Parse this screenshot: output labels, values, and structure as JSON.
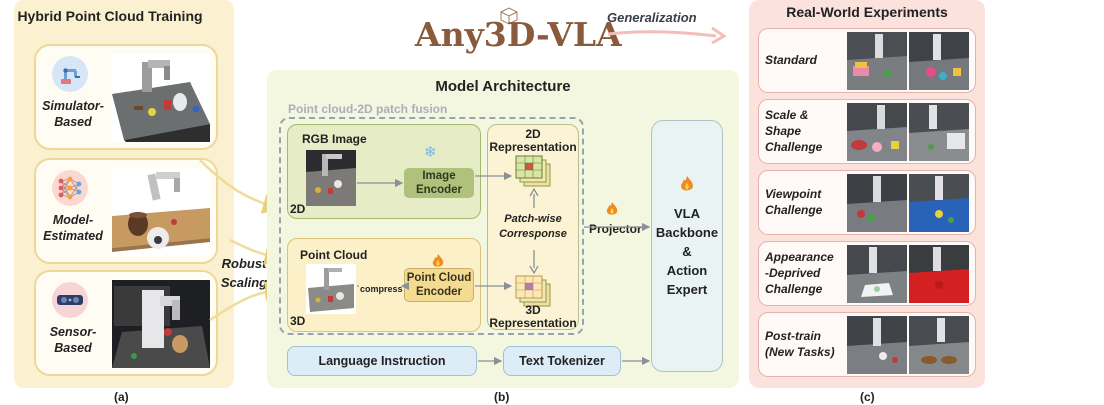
{
  "header": {
    "logo_text": "Any3D-VLA",
    "generalization_label": "Generalization"
  },
  "panel_a": {
    "title": "Hybrid Point Cloud Training",
    "cards": [
      {
        "label_line1": "Simulator-",
        "label_line2": "Based",
        "icon": "robot-arm-icon"
      },
      {
        "label_line1": "Model-",
        "label_line2": "Estimated",
        "icon": "neural-network-icon"
      },
      {
        "label_line1": "Sensor-",
        "label_line2": "Based",
        "icon": "depth-camera-icon"
      }
    ],
    "robust_line1": "Robust",
    "robust_line2": "Scaling",
    "caption": "(a)"
  },
  "panel_b": {
    "title": "Model Architecture",
    "fusion_title": "Point cloud-2D patch fusion",
    "rgb_label": "RGB Image",
    "tag_2d": "2D",
    "image_encoder_line1": "Image",
    "image_encoder_line2": "Encoder",
    "point_cloud_label": "Point Cloud",
    "tag_3d": "3D",
    "compress_label": "compress",
    "pc_encoder_line1": "Point Cloud",
    "pc_encoder_line2": "Encoder",
    "rep2d_line1": "2D",
    "rep2d_line2": "Representation",
    "patchwise_line1": "Patch-wise",
    "patchwise_line2": "Corresponse",
    "rep3d_line1": "3D",
    "rep3d_line2": "Representation",
    "projector_label": "Projector",
    "vla_line1": "VLA",
    "vla_line2": "Backbone",
    "vla_line3": "&",
    "vla_line4": "Action",
    "vla_line5": "Expert",
    "language_label": "Language Instruction",
    "tokenizer_label": "Text Tokenizer",
    "caption": "(b)",
    "frozen_icon": "snowflake-icon",
    "trainable_icon": "fire-icon"
  },
  "panel_c": {
    "title": "Real-World Experiments",
    "rows": [
      {
        "line1": "Standard",
        "line2": "",
        "line3": ""
      },
      {
        "line1": "Scale &",
        "line2": "Shape",
        "line3": "Challenge"
      },
      {
        "line1": "Viewpoint",
        "line2": "Challenge",
        "line3": ""
      },
      {
        "line1": "Appearance",
        "line2": "-Deprived",
        "line3": "Challenge"
      },
      {
        "line1": "Post-train",
        "line2": "(New Tasks)",
        "line3": ""
      }
    ],
    "caption": "(c)"
  },
  "colors": {
    "panel_a_bg": "#fbf0cf",
    "panel_b_bg": "#f4f7e0",
    "panel_c_bg": "#fbe2dd",
    "logo_brown": "#8a5a3c",
    "arrow_gray": "#8a9098"
  }
}
